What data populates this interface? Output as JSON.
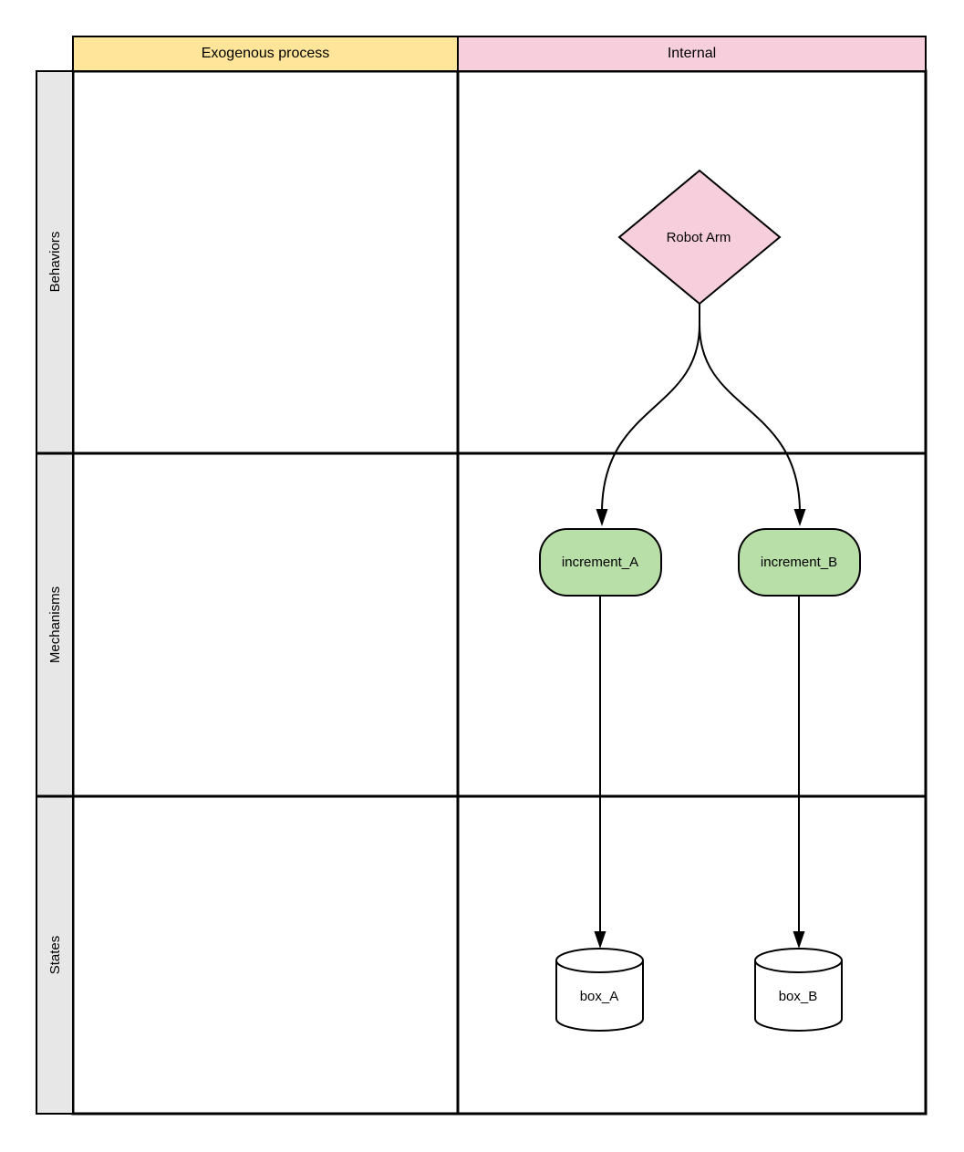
{
  "diagram": {
    "type": "grid-flowchart",
    "column_headers": [
      {
        "label": "Exogenous process",
        "fill": "#FFE599"
      },
      {
        "label": "Internal",
        "fill": "#F7CFDC"
      }
    ],
    "row_headers": [
      {
        "label": "Behaviors"
      },
      {
        "label": "Mechanisms"
      },
      {
        "label": "States"
      }
    ],
    "nodes": [
      {
        "id": "robot-arm",
        "label": "Robot Arm",
        "shape": "diamond",
        "fill": "#F7CFDC",
        "row": "Behaviors",
        "column": "Internal"
      },
      {
        "id": "increment-a",
        "label": "increment_A",
        "shape": "rounded-rectangle",
        "fill": "#B9DFA8",
        "row": "Mechanisms",
        "column": "Internal"
      },
      {
        "id": "increment-b",
        "label": "increment_B",
        "shape": "rounded-rectangle",
        "fill": "#B9DFA8",
        "row": "Mechanisms",
        "column": "Internal"
      },
      {
        "id": "box-a",
        "label": "box_A",
        "shape": "cylinder",
        "fill": "#FFFFFF",
        "row": "States",
        "column": "Internal"
      },
      {
        "id": "box-b",
        "label": "box_B",
        "shape": "cylinder",
        "fill": "#FFFFFF",
        "row": "States",
        "column": "Internal"
      }
    ],
    "edges": [
      {
        "from": "Robot Arm",
        "to": "increment_A",
        "style": "curved-arrow"
      },
      {
        "from": "Robot Arm",
        "to": "increment_B",
        "style": "curved-arrow"
      },
      {
        "from": "increment_A",
        "to": "box_A",
        "style": "straight-arrow"
      },
      {
        "from": "increment_B",
        "to": "box_B",
        "style": "straight-arrow"
      }
    ],
    "colors": {
      "row_header_fill": "#E7E7E7",
      "cell_fill": "#FFFFFF",
      "grid_line": "#000000",
      "text": "#000000"
    }
  }
}
